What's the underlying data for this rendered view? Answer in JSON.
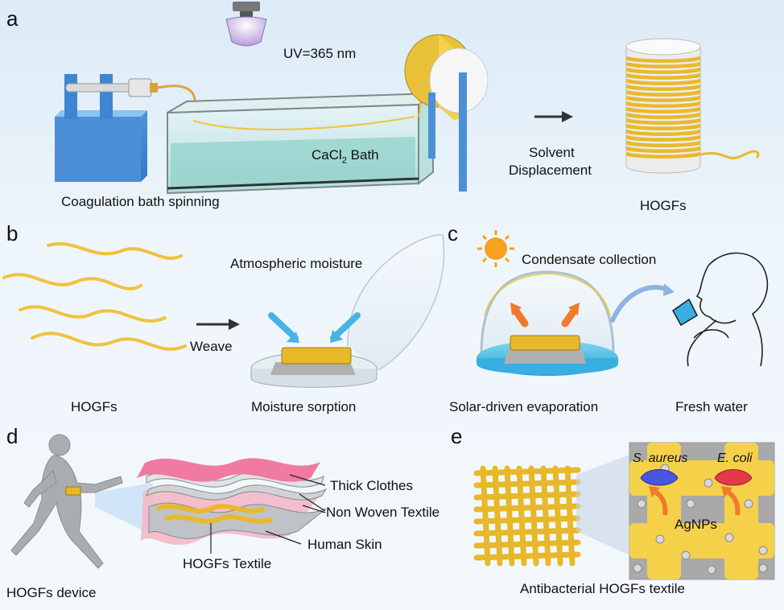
{
  "panels": {
    "a": {
      "letter": "a",
      "uv": "UV=365 nm",
      "bath": "CaCl",
      "bath_sub": "2",
      "bath_tail": " Bath",
      "caption": "Coagulation bath spinning",
      "arrow_label_1": "Solvent",
      "arrow_label_2": "Displacement",
      "product": "HOGFs"
    },
    "b": {
      "letter": "b",
      "fibers": "HOGFs",
      "weave": "Weave",
      "moisture": "Atmospheric moisture",
      "caption": "Moisture sorption"
    },
    "c": {
      "letter": "c",
      "condensate": "Condensate collection",
      "caption": "Solar-driven evaporation",
      "water": "Fresh water"
    },
    "d": {
      "letter": "d",
      "device": "HOGFs device",
      "layer1": "Thick Clothes",
      "layer2": "Non Woven Textile",
      "layer3": "Human Skin",
      "layer4": "HOGFs Textile"
    },
    "e": {
      "letter": "e",
      "bact1": "S. aureus",
      "bact2": "E. coli",
      "np": "AgNPs",
      "caption": "Antibacterial HOGFs textile"
    }
  },
  "colors": {
    "fiber": "#f2c43a",
    "pump": "#4a90d9",
    "water": "#5ec6e6",
    "arrow_orange": "#f07a2a",
    "arrow_blue": "#45b3e8",
    "pink": "#f07aa0"
  }
}
